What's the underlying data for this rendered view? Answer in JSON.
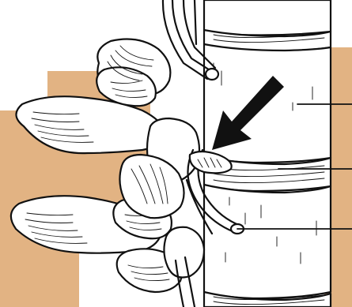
{
  "colors": {
    "background_tan": "#E2B383",
    "ink": "#111111",
    "paper": "#ffffff"
  },
  "figure": {
    "subject": "lumbar-spine-lateral-view",
    "pointer": "arrow-pointing-to-nerve-root-at-foramen",
    "leader_line_count": 3
  }
}
